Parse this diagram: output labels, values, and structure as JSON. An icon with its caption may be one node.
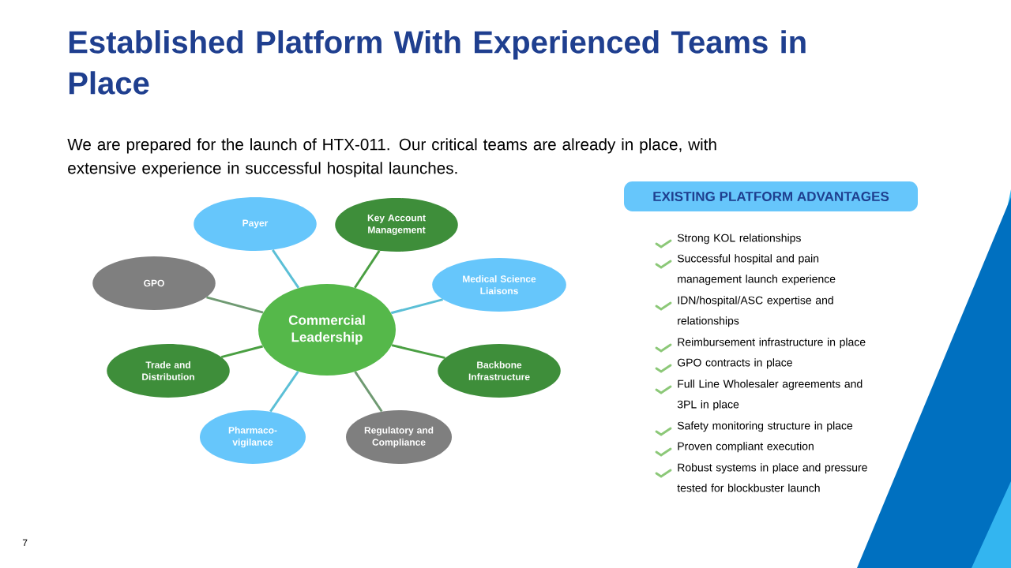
{
  "diagram": {
    "title": "Established Platform With Experienced Teams in Place",
    "nodes": [
      {
        "text": [
          "Payer"
        ]
      },
      {
        "text": [
          "Key Account Management"
        ]
      },
      {
        "text": [
          "GPO"
        ]
      },
      {
        "text": [
          "Medical Science Liaisons"
        ]
      },
      {
        "text": [
          "Commercial Leadership"
        ]
      },
      {
        "text": [
          "Trade and Distribution"
        ]
      },
      {
        "text": [
          "Backbone Infrastructure"
        ]
      },
      {
        "text": [
          "Pharmaco-vigilance"
        ]
      },
      {
        "text": [
          "Regulatory and Compliance"
        ]
      },
      {
        "text": [
          "EXISTING PLATFORM ADVANTAGES"
        ]
      }
    ],
    "edges": [
      {
        "from": 4,
        "to": 0,
        "arrow": "none",
        "color": "#5bbfd6"
      },
      {
        "from": 4,
        "to": 1,
        "arrow": "none",
        "color": "#4a9f42"
      },
      {
        "from": 4,
        "to": 2,
        "arrow": "none",
        "color": "#6f9a72"
      },
      {
        "from": 4,
        "to": 3,
        "arrow": "none",
        "color": "#5bbfd6"
      },
      {
        "from": 4,
        "to": 5,
        "arrow": "none",
        "color": "#4a9f42"
      },
      {
        "from": 4,
        "to": 6,
        "arrow": "none",
        "color": "#4a9f42"
      },
      {
        "from": 4,
        "to": 7,
        "arrow": "none",
        "color": "#5bbfd6"
      },
      {
        "from": 4,
        "to": 8,
        "arrow": "none",
        "color": "#6f9a72"
      }
    ],
    "labels": [
      "We are prepared for the launch of HTX-011. Our critical teams are already in place, with extensive experience in successful hospital launches.",
      "Strong KOL relationships",
      "Successful hospital and pain management launch experience",
      "IDN/hospital/ASC expertise and relationships",
      "Reimbursement infrastructure in place",
      "GPO contracts in place",
      "Full Line Wholesaler agreements and 3PL in place",
      "Safety monitoring structure in place",
      "Proven compliant execution",
      "Robust systems in place and pressure tested for blockbuster launch",
      "7"
    ]
  }
}
